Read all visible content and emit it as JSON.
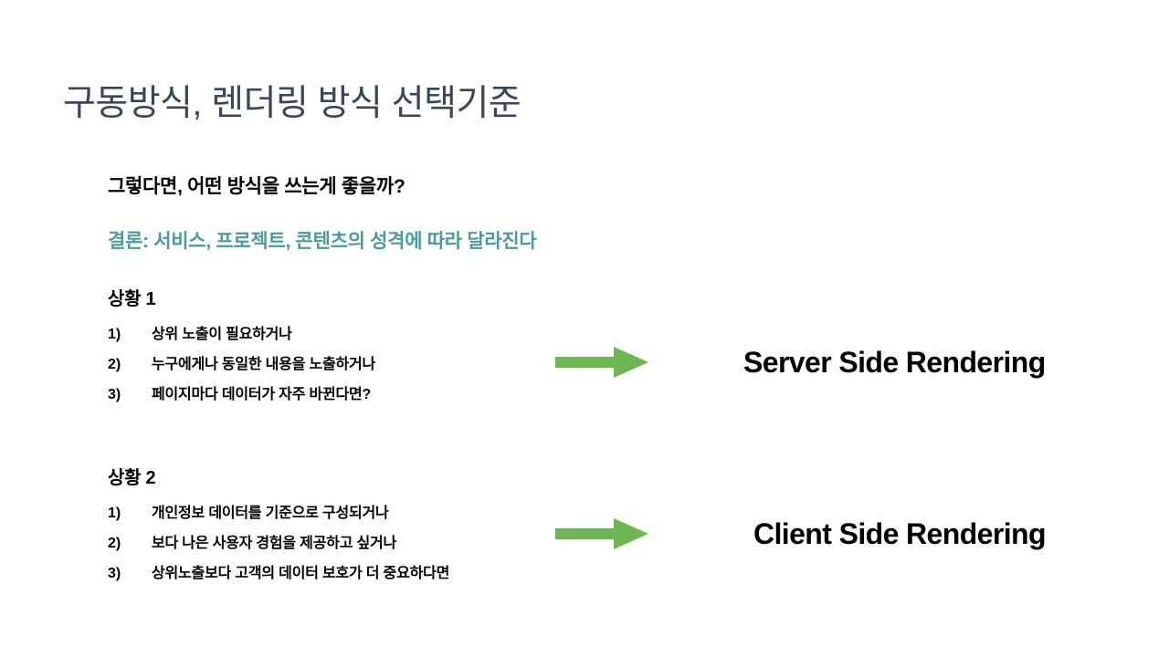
{
  "slide": {
    "title": "구동방식, 렌더링 방식 선택기준",
    "lead": {
      "question": "그렇다면, 어떤 방식을 쓰는게 좋을까?",
      "conclusion": "결론: 서비스, 프로젝트, 콘텐츠의 성격에 따라 달라진다"
    },
    "situations": [
      {
        "heading": "상황 1",
        "items": [
          {
            "marker": "1)",
            "text": "상위 노출이 필요하거나"
          },
          {
            "marker": "2)",
            "text": "누구에게나 동일한 내용을 노출하거나"
          },
          {
            "marker": "3)",
            "text": "페이지마다 데이터가 자주 바뀐다면?"
          }
        ],
        "arrow_icon": "arrow-right-icon",
        "outcome": "Server Side Rendering"
      },
      {
        "heading": "상황 2",
        "items": [
          {
            "marker": "1)",
            "text": "개인정보 데이터를 기준으로 구성되거나"
          },
          {
            "marker": "2)",
            "text": "보다 나은 사용자 경험을 제공하고 싶거나"
          },
          {
            "marker": "3)",
            "text": "상위노출보다 고객의 데이터 보호가 더 중요하다면"
          }
        ],
        "arrow_icon": "arrow-right-icon",
        "outcome": "Client Side Rendering"
      }
    ]
  },
  "colors": {
    "background": "#ffffff",
    "title": "#3b4756",
    "accent_teal": "#4a9c9c",
    "arrow_green": "#6cb74f",
    "body_text": "#000000"
  }
}
